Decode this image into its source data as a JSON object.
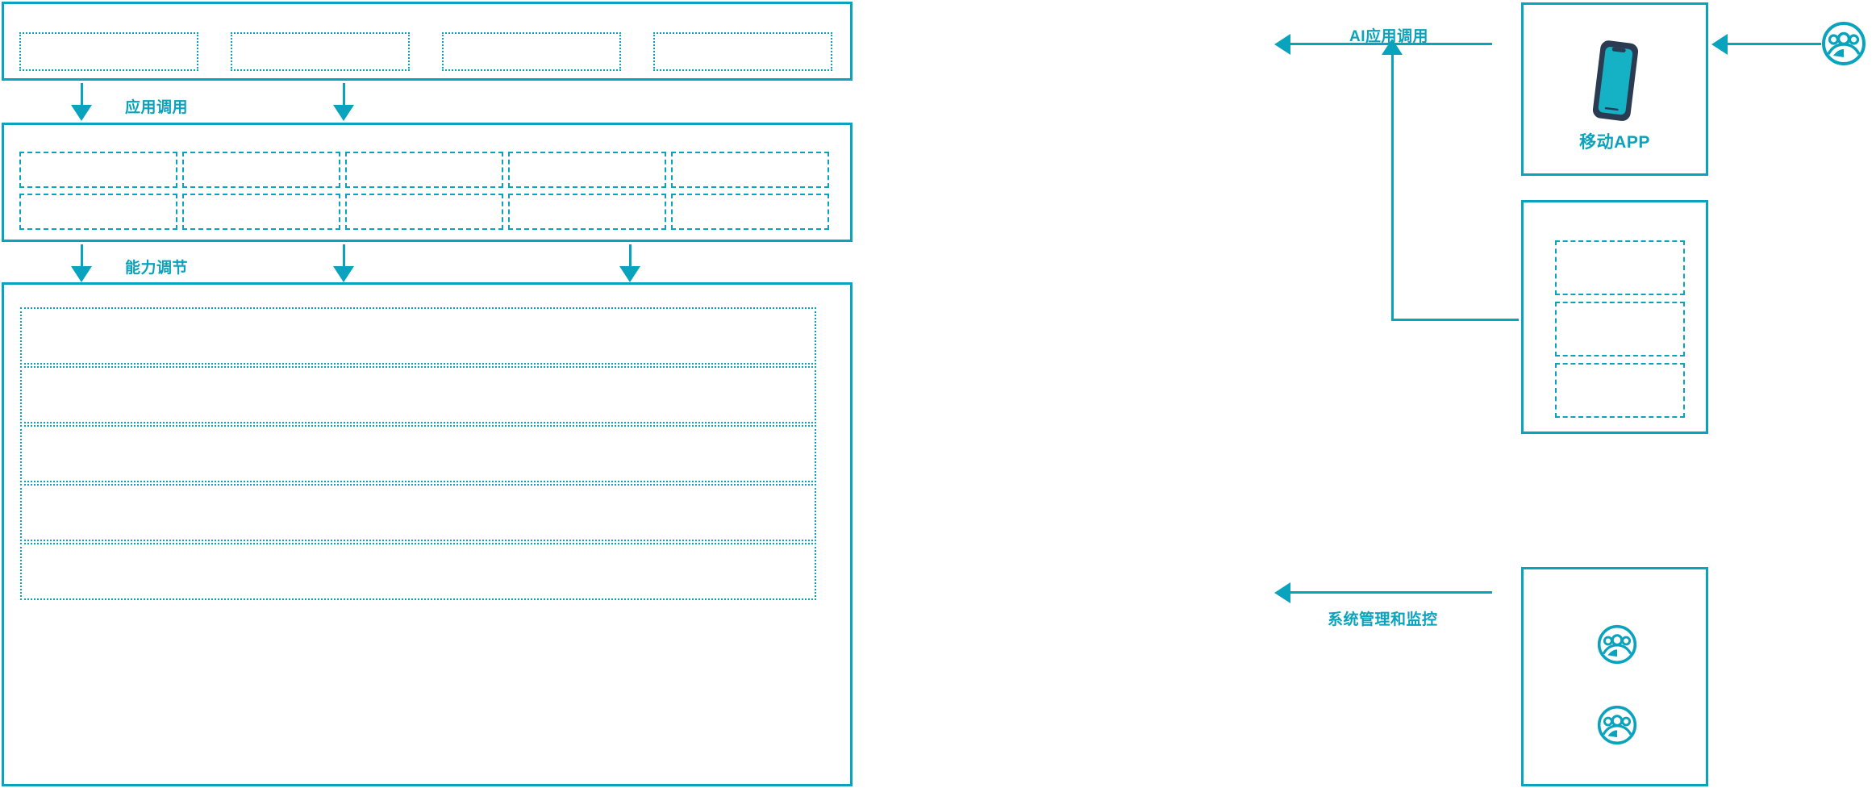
{
  "theme": {
    "accent": "#0aa3bd",
    "phone_body": "#2b3b52",
    "phone_screen": "#14b2c4",
    "background": "#ffffff"
  },
  "layers": {
    "application_layer": {
      "name": "application-layer",
      "slots": [
        "",
        "",
        "",
        ""
      ]
    },
    "capability_layer": {
      "name": "capability-layer",
      "slots_row1": [
        "",
        "",
        "",
        "",
        ""
      ],
      "slots_row2": [
        "",
        "",
        "",
        "",
        ""
      ]
    },
    "platform_layer": {
      "name": "platform-layer",
      "rows": [
        "",
        "",
        "",
        "",
        ""
      ]
    }
  },
  "flow_labels": {
    "app_call": "应用调用",
    "capability_tuning": "能力调节",
    "ai_app_call": "AI应用调用",
    "system_admin_monitor": "系统管理和监控"
  },
  "right_panels": {
    "mobile_app": {
      "caption": "移动APP",
      "icon": "smartphone-icon"
    },
    "middle_panel": {
      "slots": [
        "",
        "",
        ""
      ]
    },
    "admin_panel": {
      "icons": [
        "users-group-icon",
        "users-group-icon"
      ]
    },
    "external_user": {
      "icon": "users-group-icon"
    }
  }
}
